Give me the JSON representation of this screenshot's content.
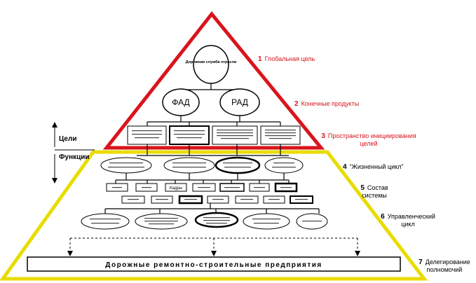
{
  "colors": {
    "goals_triangle": "#d9141c",
    "functions_trapezoid": "#e8dc00",
    "ink": "#000000",
    "goal_label": "#d9141c"
  },
  "diagram": {
    "apex": {
      "text": "Дорожная служба отрасли"
    },
    "products": [
      {
        "text": "ФАД"
      },
      {
        "text": "РАД"
      }
    ],
    "initiation_boxes": [
      {
        "text": ""
      },
      {
        "text": ""
      },
      {
        "text": ""
      },
      {
        "text": ""
      }
    ],
    "lifecycle_ovals": [
      {
        "text": ""
      },
      {
        "text": ""
      },
      {
        "text": ""
      },
      {
        "text": ""
      }
    ],
    "system_row1": [
      {
        "text": ""
      },
      {
        "text": ""
      },
      {
        "text": "Кадры"
      },
      {
        "text": ""
      },
      {
        "text": ""
      },
      {
        "text": ""
      },
      {
        "text": ""
      }
    ],
    "system_row2": [
      {
        "text": ""
      },
      {
        "text": ""
      },
      {
        "text": ""
      },
      {
        "text": ""
      },
      {
        "text": ""
      },
      {
        "text": ""
      },
      {
        "text": ""
      }
    ],
    "management_ovals": [
      {
        "text": ""
      },
      {
        "text": ""
      },
      {
        "text": ""
      },
      {
        "text": ""
      },
      {
        "text": ""
      },
      {
        "text": ""
      }
    ],
    "base_box": {
      "text": "Дорожные ремонтно-строительные предприятия"
    }
  },
  "levels": [
    {
      "num": "1",
      "text": "Глобальная цель"
    },
    {
      "num": "2",
      "text": "Конечные продукты"
    },
    {
      "num": "3",
      "text": "Пространство инициирования целей"
    },
    {
      "num": "4",
      "text": "“Жизненный цикл”"
    },
    {
      "num": "5",
      "text": "Состав системы"
    },
    {
      "num": "6",
      "text": "Управленческий цикл"
    },
    {
      "num": "7",
      "text": "Делегирование полномочий"
    }
  ],
  "side_labels": {
    "goals": "Цели",
    "functions": "Функции"
  }
}
